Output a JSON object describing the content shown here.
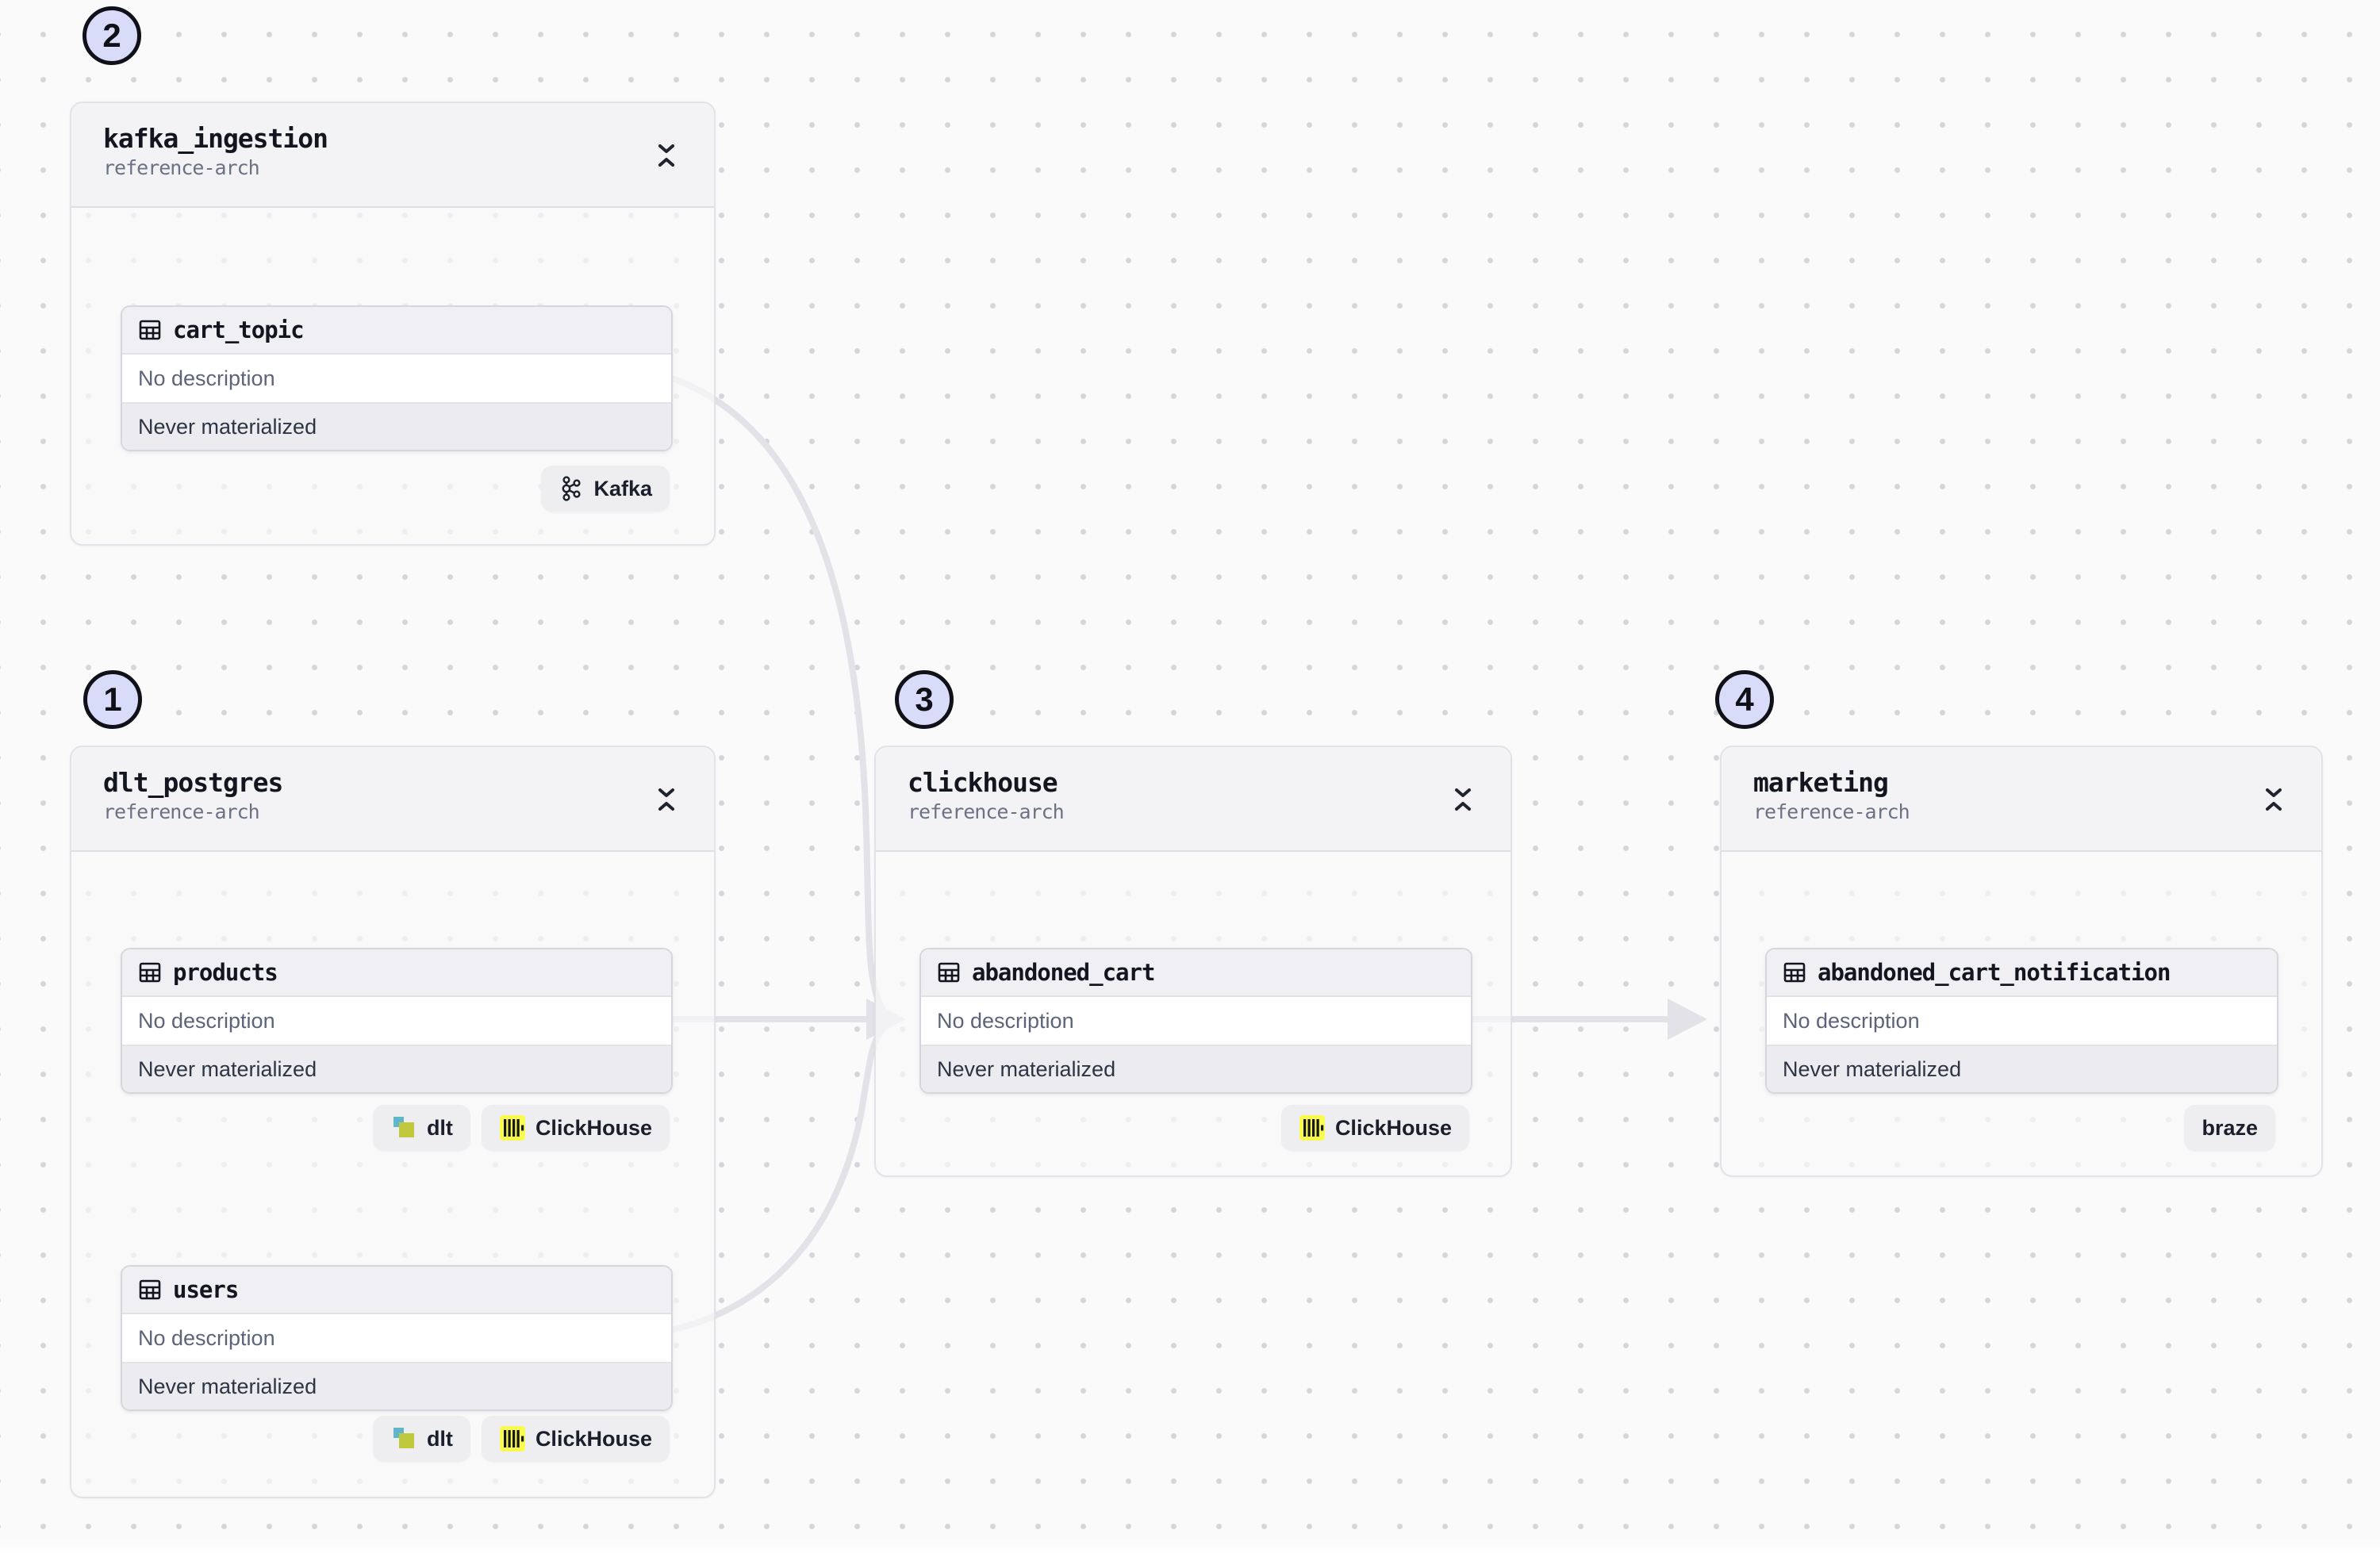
{
  "groups": [
    {
      "badge_number": "2",
      "title": "kafka_ingestion",
      "subtitle": "reference-arch",
      "assets": [
        {
          "name": "cart_topic",
          "description": "No description",
          "status": "Never materialized",
          "tags": [
            {
              "icon": "kafka-icon",
              "label": "Kafka"
            }
          ]
        }
      ]
    },
    {
      "badge_number": "1",
      "title": "dlt_postgres",
      "subtitle": "reference-arch",
      "assets": [
        {
          "name": "products",
          "description": "No description",
          "status": "Never materialized",
          "tags": [
            {
              "icon": "dlt-icon",
              "label": "dlt"
            },
            {
              "icon": "clickhouse-icon",
              "label": "ClickHouse"
            }
          ]
        },
        {
          "name": "users",
          "description": "No description",
          "status": "Never materialized",
          "tags": [
            {
              "icon": "dlt-icon",
              "label": "dlt"
            },
            {
              "icon": "clickhouse-icon",
              "label": "ClickHouse"
            }
          ]
        }
      ]
    },
    {
      "badge_number": "3",
      "title": "clickhouse",
      "subtitle": "reference-arch",
      "assets": [
        {
          "name": "abandoned_cart",
          "description": "No description",
          "status": "Never materialized",
          "tags": [
            {
              "icon": "clickhouse-icon",
              "label": "ClickHouse"
            }
          ]
        }
      ]
    },
    {
      "badge_number": "4",
      "title": "marketing",
      "subtitle": "reference-arch",
      "assets": [
        {
          "name": "abandoned_cart_notification",
          "description": "No description",
          "status": "Never materialized",
          "tags": [
            {
              "label": "braze"
            }
          ]
        }
      ]
    }
  ],
  "edges": [
    {
      "from": "cart_topic",
      "to": "abandoned_cart"
    },
    {
      "from": "products",
      "to": "abandoned_cart"
    },
    {
      "from": "users",
      "to": "abandoned_cart"
    },
    {
      "from": "abandoned_cart",
      "to": "abandoned_cart_notification"
    }
  ],
  "colors": {
    "edge": "#e2e2e8",
    "number_badge_fill": "#d9dcf8",
    "clickhouse_yellow": "#f9fb4e",
    "dlt_teal": "#5fb5c9",
    "dlt_olive": "#c0c83e"
  }
}
